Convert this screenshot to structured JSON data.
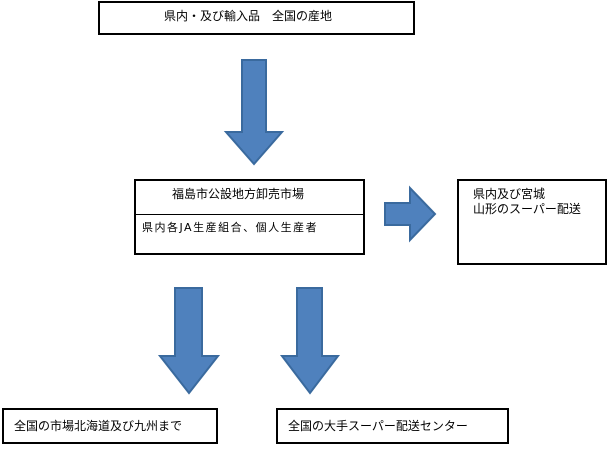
{
  "nodes": {
    "top": "県内・及び輸入品　全国の産地",
    "market_title": "福島市公設地方卸売市場",
    "market_sub": "県内各JA生産組合、個人生産者",
    "right_line1": "県内及び宮城",
    "right_line2": "山形のスーパー配送",
    "bottom_left": "全国の市場北海道及び九州まで",
    "bottom_middle": "全国の大手スーパー配送センター"
  },
  "colors": {
    "arrow_fill": "#4f81bd",
    "arrow_stroke": "#3a6a9e",
    "border": "#000000"
  }
}
